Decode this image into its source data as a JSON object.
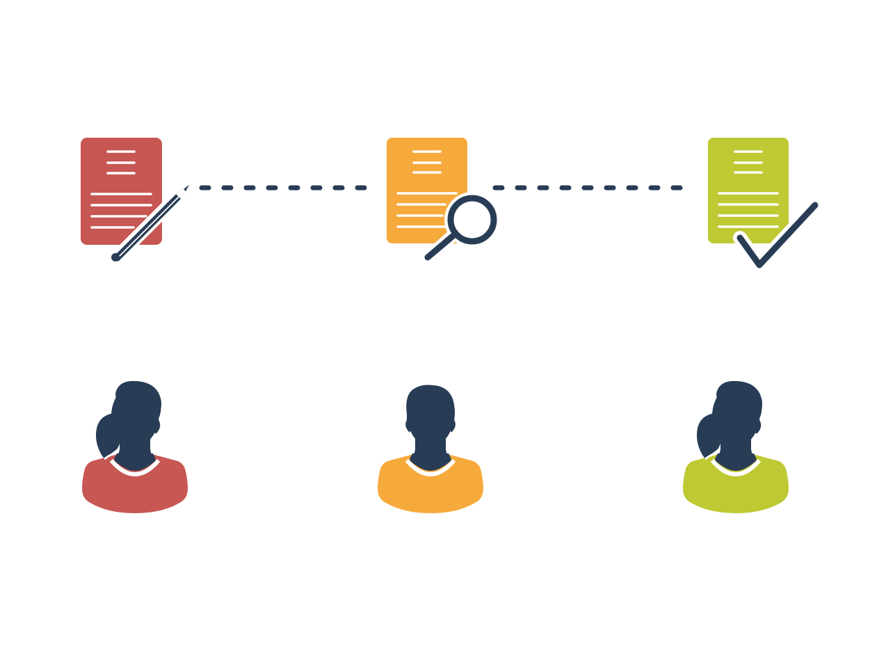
{
  "colors": {
    "background": "#ffffff",
    "ink": "#283c55",
    "red": "#c75753",
    "orange": "#f7aa3c",
    "green": "#bec933",
    "doc_line": "#ffffff"
  },
  "steps": [
    {
      "id": "write",
      "color_key": "red",
      "tool_icon": "pencil-icon",
      "person_icon": "female-user-icon"
    },
    {
      "id": "review",
      "color_key": "orange",
      "tool_icon": "magnifying-glass-icon",
      "person_icon": "male-user-icon"
    },
    {
      "id": "approve",
      "color_key": "green",
      "tool_icon": "checkmark-icon",
      "person_icon": "female-user-icon"
    }
  ],
  "connectors": [
    {
      "from": "write",
      "to": "review",
      "style": "dashed"
    },
    {
      "from": "review",
      "to": "approve",
      "style": "dashed"
    }
  ]
}
